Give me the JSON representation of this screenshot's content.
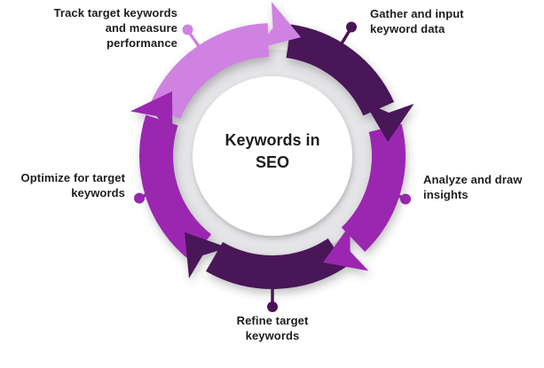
{
  "diagram": {
    "center_title": {
      "line1": "Keywords in",
      "line2": "SEO"
    },
    "steps": [
      {
        "name": "gather",
        "lines": [
          "Gather and input",
          "keyword data"
        ]
      },
      {
        "name": "analyze",
        "lines": [
          "Analyze and draw",
          "insights"
        ]
      },
      {
        "name": "refine",
        "lines": [
          "Refine target",
          "keywords"
        ]
      },
      {
        "name": "optimize",
        "lines": [
          "Optimize for target",
          "keywords"
        ]
      },
      {
        "name": "track",
        "lines": [
          "Track target keywords",
          "and measure",
          "performance"
        ]
      }
    ],
    "colors": {
      "light_purple": "#CF82E2",
      "medium_purple": "#9B27B0",
      "dark_purple": "#4A1458",
      "ring_gray": "#E5E4E7",
      "center_fill": "#FFFFFF",
      "text": "#1E1C20"
    }
  }
}
